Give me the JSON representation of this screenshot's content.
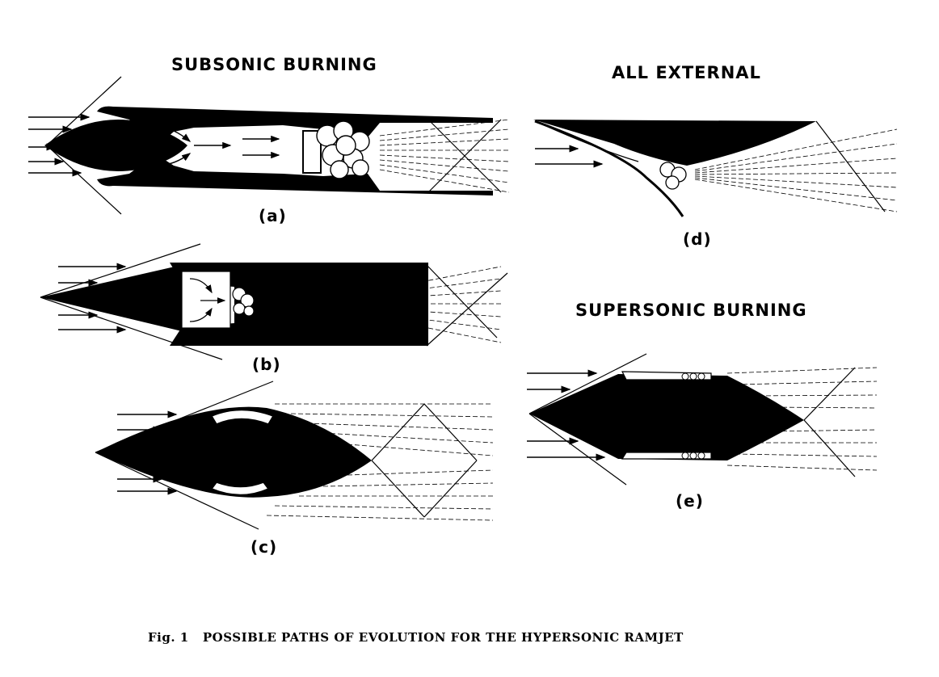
{
  "headings": {
    "subsonic": "SUBSONIC BURNING",
    "all_external": "ALL EXTERNAL",
    "supersonic": "SUPERSONIC BURNING"
  },
  "panels": {
    "a": "(a)",
    "b": "(b)",
    "c": "(c)",
    "d": "(d)",
    "e": "(e)"
  },
  "caption": {
    "prefix": "Fig. 1",
    "text": "POSSIBLE PATHS OF EVOLUTION FOR THE HYPERSONIC RAMJET"
  },
  "colors": {
    "ink": "#000000",
    "paper": "#ffffff"
  }
}
